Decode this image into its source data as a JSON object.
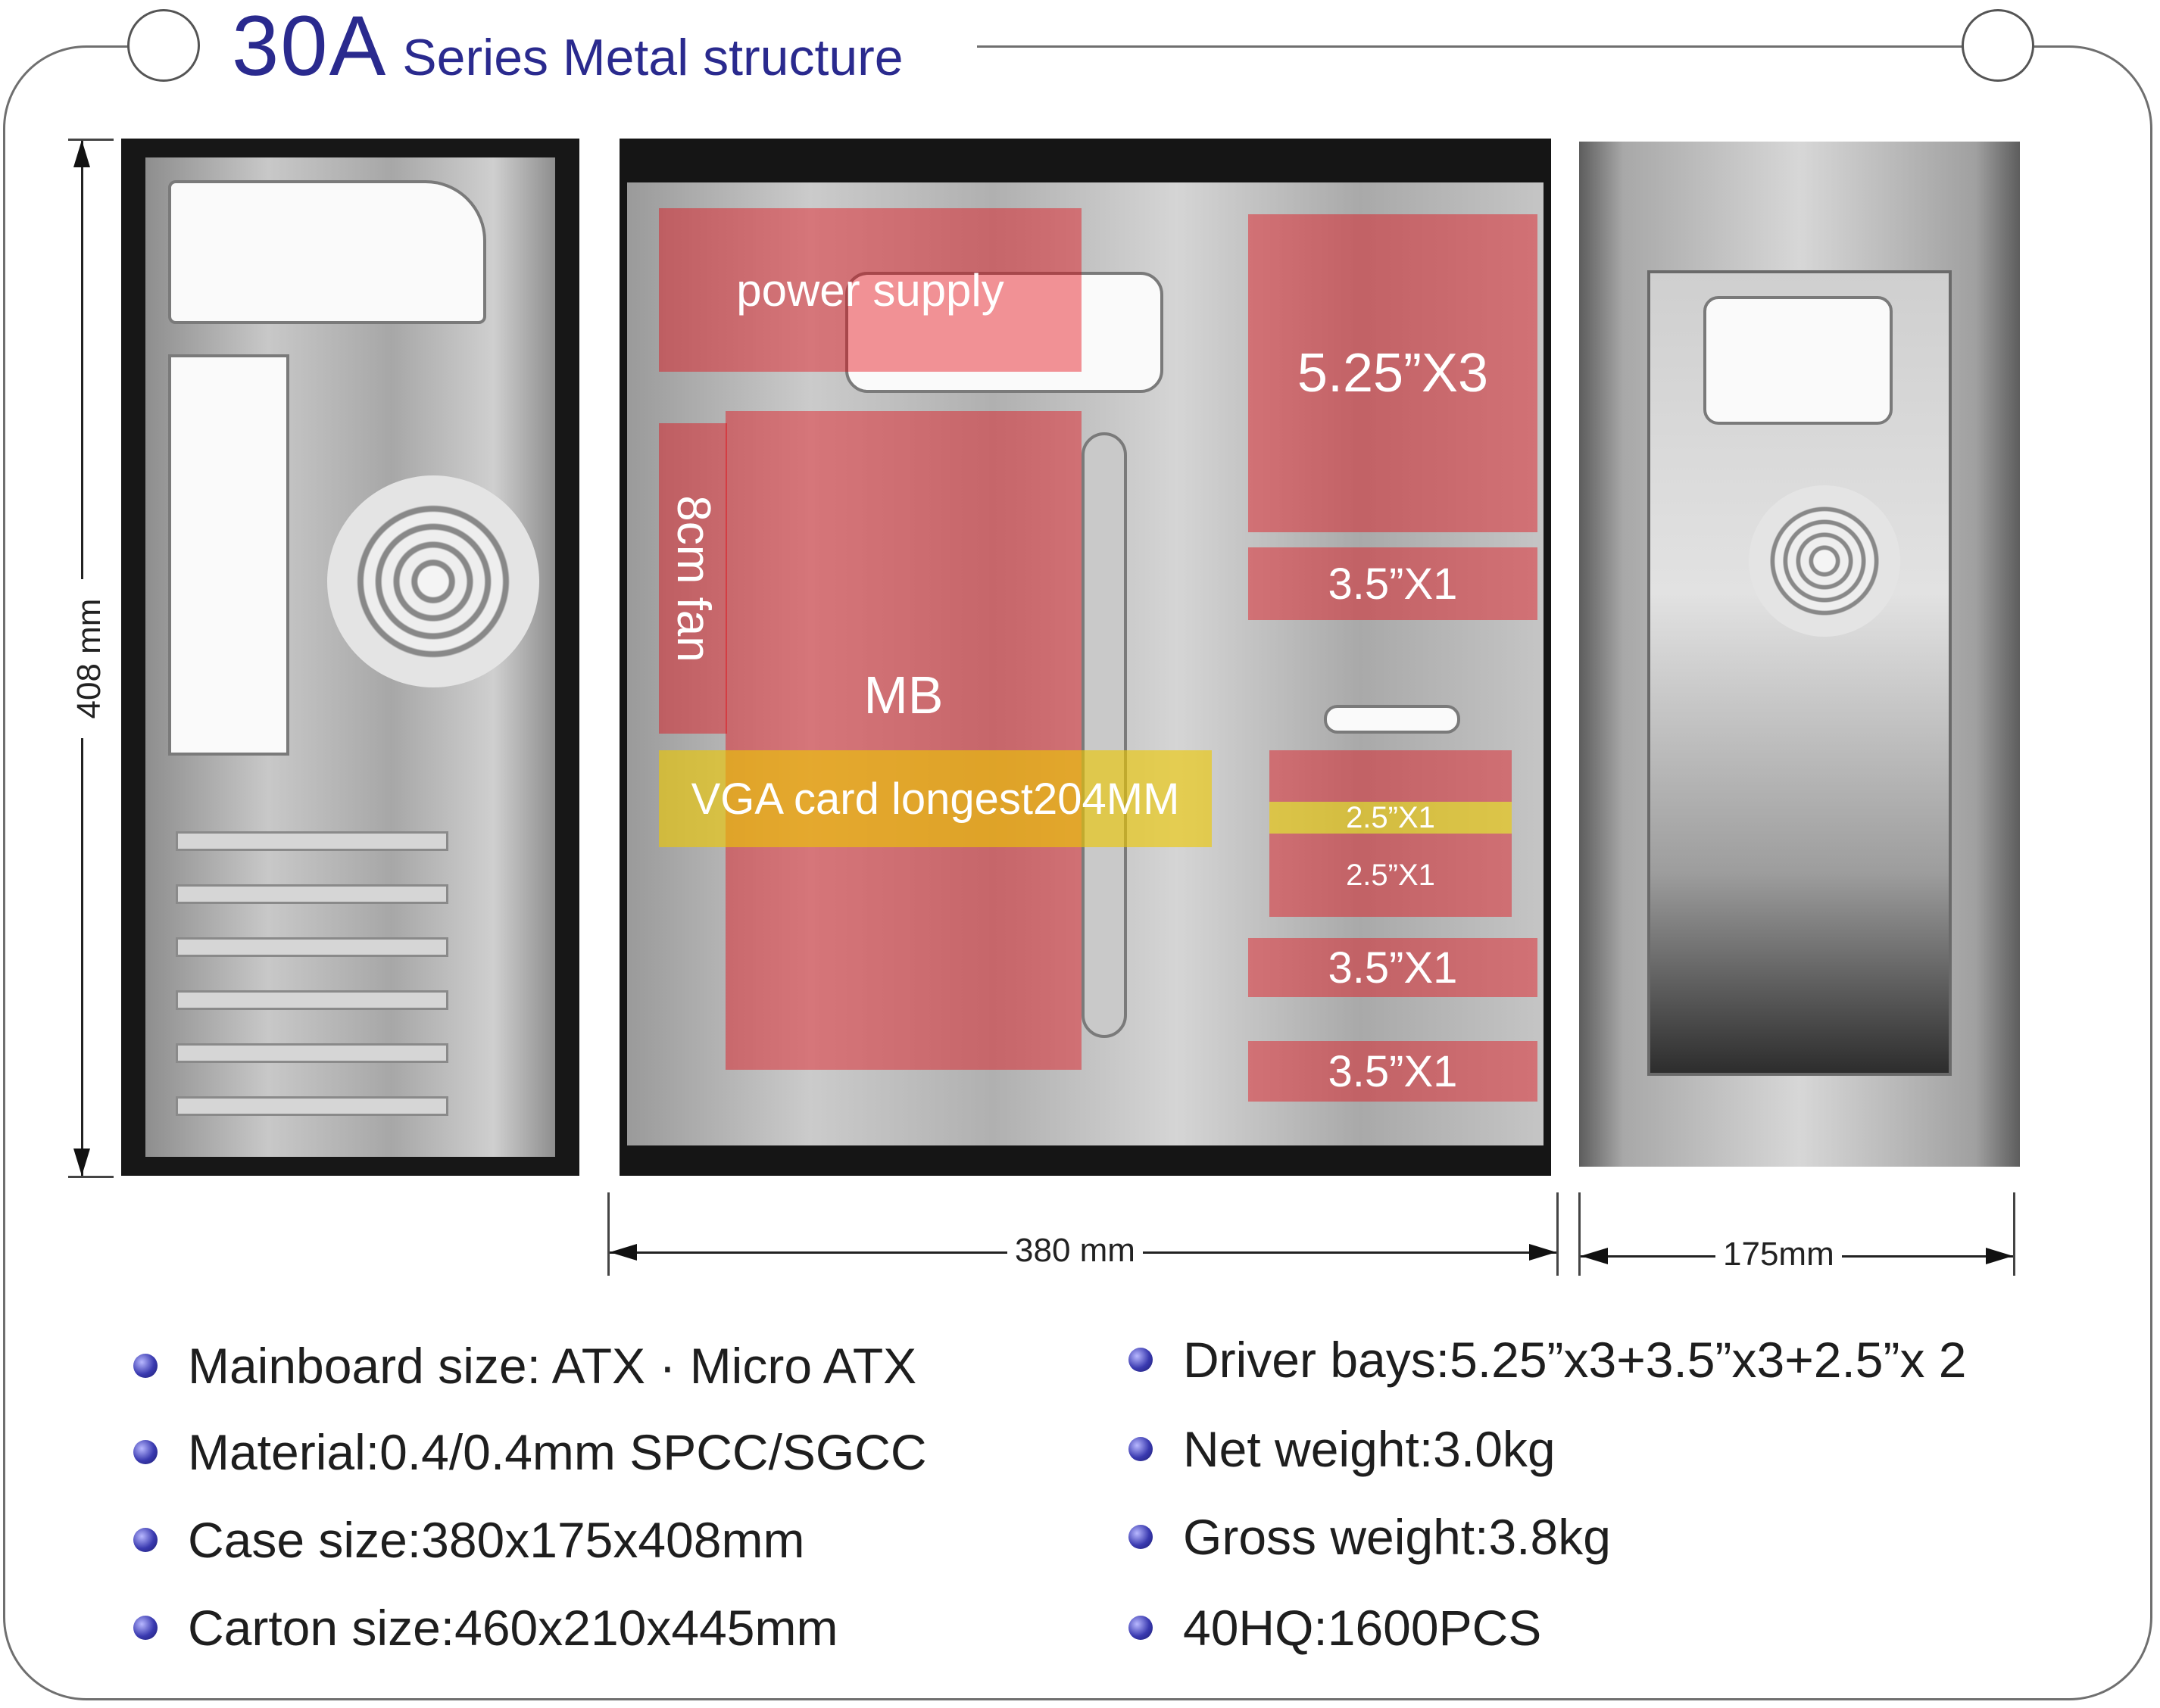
{
  "title": {
    "number": "30A",
    "subtitle": "Series Metal structure"
  },
  "labels": {
    "power_supply": "power supply",
    "drive_525": "5.25”X3",
    "drive_35_top": "3.5”X1",
    "fan": "8cm fan",
    "mb": "MB",
    "vga": "VGA card longest204MM",
    "drive_25_a": "2.5”X1",
    "drive_25_b": "2.5”X1",
    "drive_35_mid": "3.5”X1",
    "drive_35_bottom": "3.5”X1"
  },
  "dimensions": {
    "height": "408 mm",
    "length": "380 mm",
    "width": "175mm"
  },
  "specs_left": [
    "Mainboard size: ATX · Micro ATX",
    "Material:0.4/0.4mm SPCC/SGCC",
    "Case size:380x175x408mm",
    "Carton size:460x210x445mm"
  ],
  "specs_right": [
    "Driver bays:5.25”x3+3.5”x3+2.5”x 2",
    "Net weight:3.0kg",
    "Gross weight:3.8kg",
    "40HQ:1600PCS"
  ],
  "colors": {
    "title": "#2a2a8e",
    "overlay_red": "#e4000a",
    "overlay_yellow": "#eec800",
    "bullet": "#3a3ab0"
  }
}
